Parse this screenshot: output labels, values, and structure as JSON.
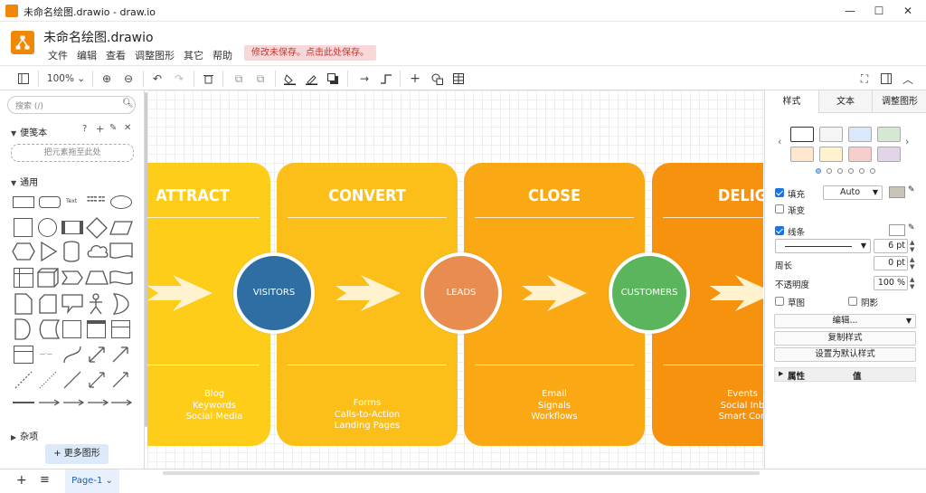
{
  "window": {
    "title": "未命名绘图.drawio - draw.io",
    "min": "—",
    "max": "☐",
    "close": "✕"
  },
  "header": {
    "filename": "未命名绘图.drawio",
    "menu": [
      "文件",
      "编辑",
      "查看",
      "调整图形",
      "其它",
      "帮助"
    ],
    "save_notice": "修改未保存。点击此处保存。"
  },
  "toolbar": {
    "zoom": "100%"
  },
  "sidebar": {
    "search_placeholder": "搜索 (/)",
    "scratchpad": "便笺本",
    "dropzone": "把元素拖至此处",
    "general": "通用",
    "misc": "杂项",
    "more_shapes": "+ 更多图形"
  },
  "diagram": {
    "stages": [
      {
        "title": "ATTRACT",
        "color": "#fdcd1a",
        "items": [
          "Blog",
          "Keywords",
          "Social Media"
        ]
      },
      {
        "title": "CONVERT",
        "color": "#fcbf1a",
        "items": [
          "Forms",
          "Calls-to-Action",
          "Landing Pages"
        ]
      },
      {
        "title": "CLOSE",
        "color": "#faa915",
        "items": [
          "Email",
          "Signals",
          "Workflows"
        ]
      },
      {
        "title": "DELIG",
        "color": "#f7920f",
        "items": [
          "Events",
          "Social Inb",
          "Smart Con"
        ]
      }
    ],
    "circles": [
      {
        "label": "VISITORS",
        "color": "#2f6ea3"
      },
      {
        "label": "LEADS",
        "color": "#e98c50"
      },
      {
        "label": "CUSTOMERS",
        "color": "#5ab55c"
      }
    ]
  },
  "format_panel": {
    "tabs": [
      "样式",
      "文本",
      "调整图形"
    ],
    "fill": "填充",
    "fill_value": "Auto",
    "gradient": "渐变",
    "line": "线条",
    "line_width": "6 pt",
    "perimeter": "周长",
    "perimeter_value": "0 pt",
    "opacity": "不透明度",
    "opacity_value": "100 %",
    "sketch": "草图",
    "shadow": "阴影",
    "edit": "编辑...",
    "copy_style": "复制样式",
    "set_default": "设置为默认样式",
    "prop_col": "属性",
    "value_col": "值",
    "swatches": [
      "#ffffff",
      "#f5f5f5",
      "#dae8fc",
      "#d5e8d4",
      "#ffe6cc",
      "#fff2cc",
      "#f8cecc",
      "#e1d5e7"
    ]
  },
  "bottom": {
    "page": "Page-1"
  }
}
